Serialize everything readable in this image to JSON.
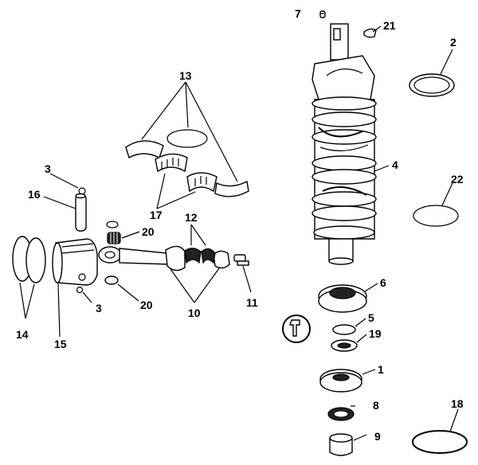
{
  "diagram": {
    "callouts": {
      "c1": "1",
      "c2": "2",
      "c3a": "3",
      "c3b": "3",
      "c4": "4",
      "c5": "5",
      "c6": "6",
      "c7": "7",
      "c8": "8",
      "c9": "9",
      "c10": "10",
      "c11": "11",
      "c12": "12",
      "c13": "13",
      "c14": "14",
      "c15": "15",
      "c16": "16",
      "c17": "17",
      "c18": "18",
      "c19": "19",
      "c20a": "20",
      "c20b": "20",
      "c21": "21",
      "c22": "22"
    }
  }
}
